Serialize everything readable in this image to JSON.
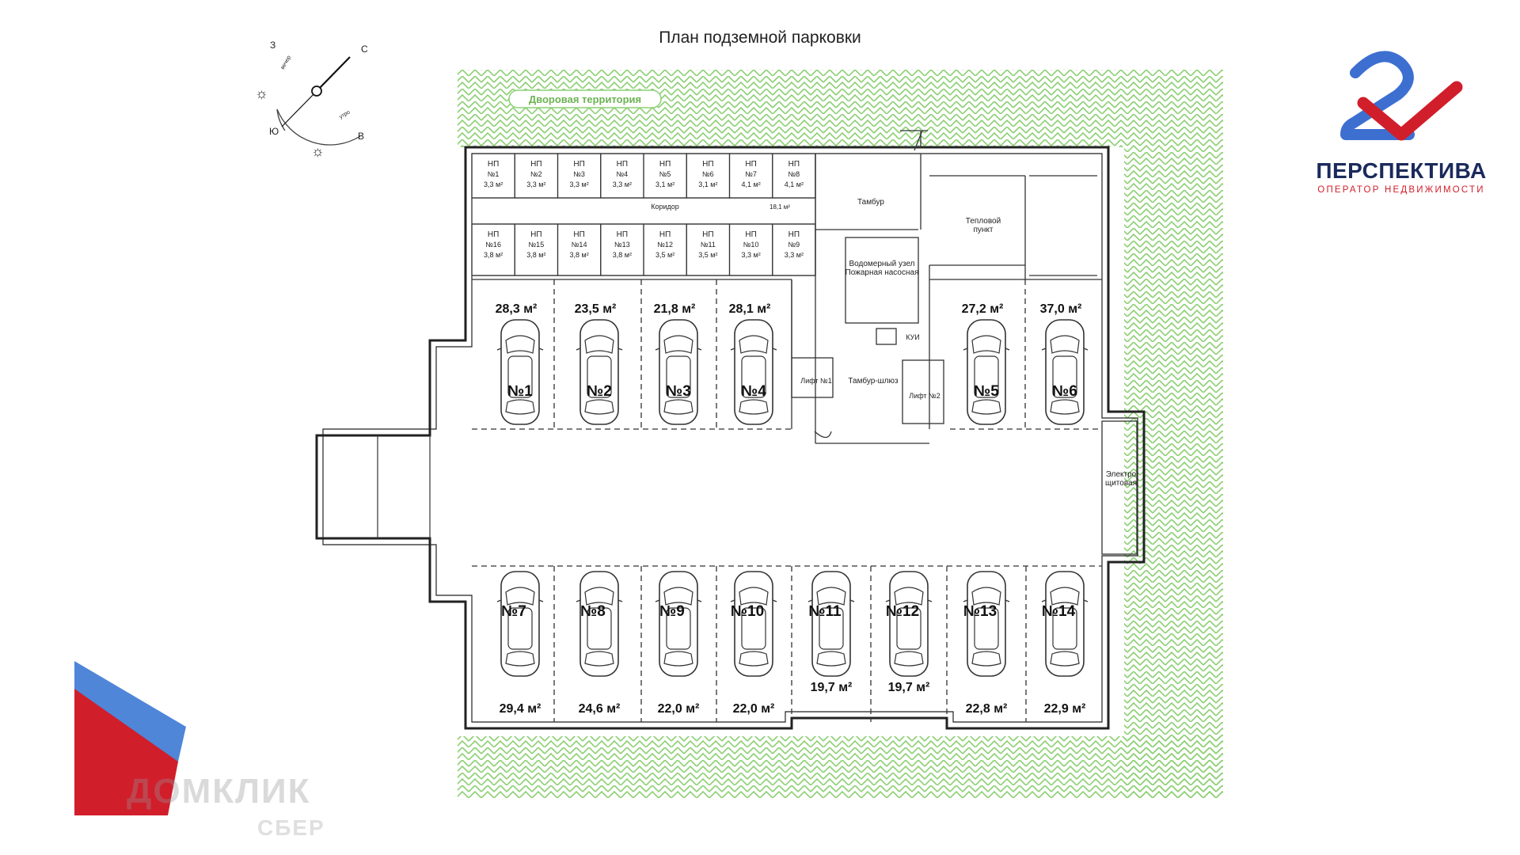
{
  "title": "План подземной парковки",
  "courtyard_label": "Дворовая территория",
  "compass": {
    "n": "С",
    "s": "Ю",
    "e": "В",
    "w": "З",
    "evening": "вечер",
    "morning": "утро"
  },
  "brand": {
    "name": "ПЕРСПЕКТИВА",
    "tagline": "ОПЕРАТОР НЕДВИЖИМОСТИ"
  },
  "watermark": {
    "main": "ДОМКЛИК",
    "sub": "СБЕР"
  },
  "storage": {
    "prefix": "НП",
    "top_row": [
      {
        "num": "№1",
        "area": "3,3 м²"
      },
      {
        "num": "№2",
        "area": "3,3 м²"
      },
      {
        "num": "№3",
        "area": "3,3 м²"
      },
      {
        "num": "№4",
        "area": "3,3 м²"
      },
      {
        "num": "№5",
        "area": "3,1 м²"
      },
      {
        "num": "№6",
        "area": "3,1 м²"
      },
      {
        "num": "№7",
        "area": "4,1 м²"
      },
      {
        "num": "№8",
        "area": "4,1 м²"
      }
    ],
    "bottom_row": [
      {
        "num": "№16",
        "area": "3,8 м²"
      },
      {
        "num": "№15",
        "area": "3,8 м²"
      },
      {
        "num": "№14",
        "area": "3,8 м²"
      },
      {
        "num": "№13",
        "area": "3,8 м²"
      },
      {
        "num": "№12",
        "area": "3,5 м²"
      },
      {
        "num": "№11",
        "area": "3,5 м²"
      },
      {
        "num": "№10",
        "area": "3,3 м²"
      },
      {
        "num": "№9",
        "area": "3,3 м²"
      }
    ],
    "corridor": "Коридор",
    "corridor_area": "18,1 м²"
  },
  "rooms": {
    "tambur": "Тамбур",
    "heat_l1": "Тепловой",
    "heat_l2": "пункт",
    "water_l1": "Водомерный узел",
    "water_l2": "Пожарная насосная",
    "kui": "КУИ",
    "lift1": "Лифт №1",
    "lift2": "Лифт №2",
    "tambur_lock": "Тамбур-шлюз",
    "elec_l1": "Электро",
    "elec_l2": "щитовая"
  },
  "top_spots": [
    {
      "num": "№1",
      "area": "28,3 м²"
    },
    {
      "num": "№2",
      "area": "23,5 м²"
    },
    {
      "num": "№3",
      "area": "21,8 м²"
    },
    {
      "num": "№4",
      "area": "28,1 м²"
    },
    {
      "num": "№5",
      "area": "27,2 м²"
    },
    {
      "num": "№6",
      "area": "37,0 м²"
    }
  ],
  "bottom_spots": [
    {
      "num": "№7",
      "area": "29,4 м²"
    },
    {
      "num": "№8",
      "area": "24,6 м²"
    },
    {
      "num": "№9",
      "area": "22,0 м²"
    },
    {
      "num": "№10",
      "area": "22,0 м²"
    },
    {
      "num": "№11",
      "area": "19,7 м²"
    },
    {
      "num": "№12",
      "area": "19,7 м²"
    },
    {
      "num": "№13",
      "area": "22,8 м²"
    },
    {
      "num": "№14",
      "area": "22,9 м²"
    }
  ],
  "colors": {
    "hatch": "#8ccf73",
    "wall": "#222222",
    "brand_blue": "#3d6fd1",
    "brand_red": "#d11e2b"
  }
}
